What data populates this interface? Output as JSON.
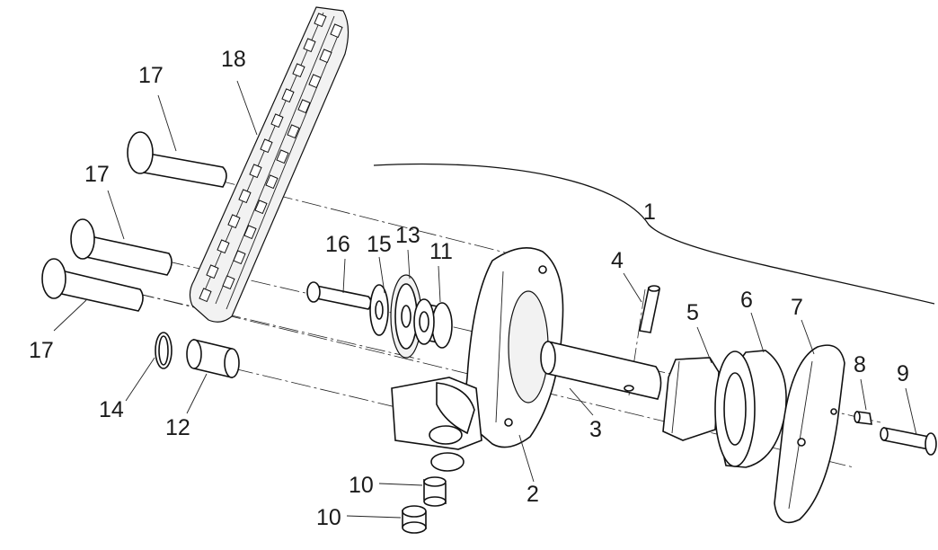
{
  "diagram": {
    "kind": "exploded-parts-view",
    "callouts": [
      "17",
      "18",
      "17",
      "17",
      "1",
      "16",
      "15",
      "13",
      "11",
      "4",
      "5",
      "6",
      "7",
      "8",
      "9",
      "14",
      "12",
      "3",
      "10",
      "10",
      "2"
    ]
  },
  "colors": {
    "line": "#111111",
    "background": "#ffffff"
  }
}
